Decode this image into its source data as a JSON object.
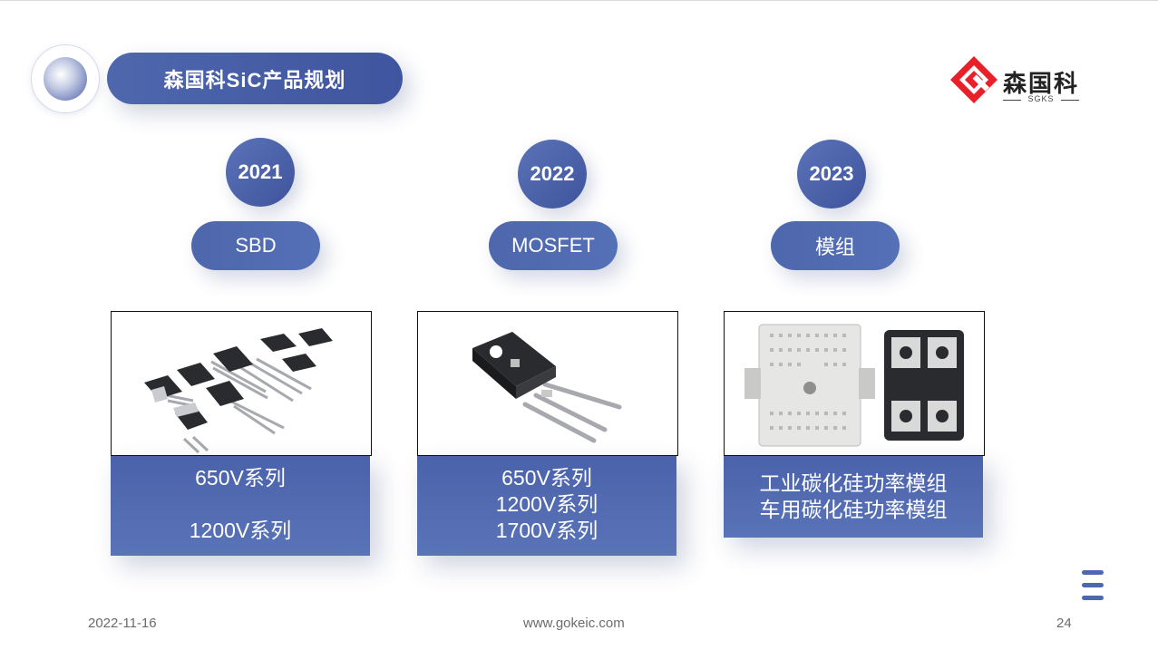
{
  "header": {
    "title": "森国科SiC产品规划"
  },
  "logo": {
    "name_cn": "森国科",
    "name_en": "SGKS",
    "brand_color": "#e8202a"
  },
  "timeline": [
    {
      "year": "2021",
      "category": "SBD",
      "image": "sic-sbd-diodes-image",
      "lines": [
        "650V系列",
        "",
        "1200V系列"
      ]
    },
    {
      "year": "2022",
      "category": "MOSFET",
      "image": "sic-mosfet-to247-image",
      "lines": [
        "650V系列",
        "1200V系列",
        "1700V系列"
      ]
    },
    {
      "year": "2023",
      "category": "模组",
      "image": "sic-power-modules-image",
      "lines": [
        "工业碳化硅功率模组",
        "车用碳化硅功率模组"
      ]
    }
  ],
  "footer": {
    "date": "2022-11-16",
    "website": "www.gokeic.com",
    "page_number": "24"
  },
  "colors": {
    "accent": "#4e67ad",
    "pill_dark": "#3f559f"
  },
  "icons": [
    "menu-icon",
    "logo-mark-icon"
  ]
}
